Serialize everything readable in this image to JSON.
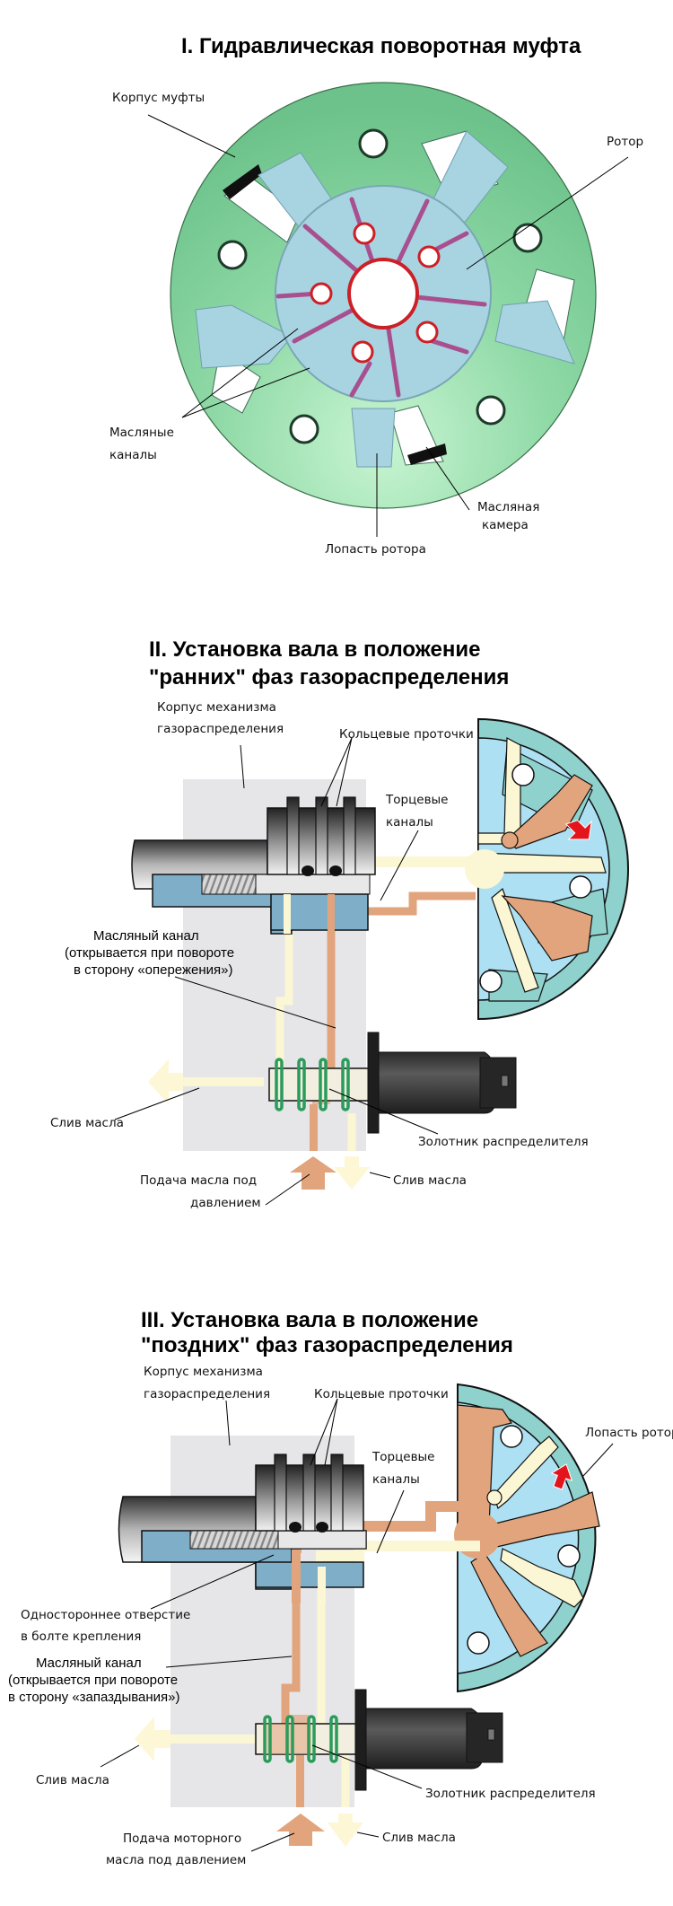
{
  "colors": {
    "clutch_green": "#7fcf9a",
    "clutch_green_light": "#b4ecc4",
    "rotor_blue": "#a8d4e2",
    "channel_purple": "#a8508f",
    "channel_red": "#cc1f26",
    "housing_gray": "#e6e6e8",
    "flange_blue": "#7fafc8",
    "oil_pressure": "#e2a47c",
    "oil_drain": "#fbf6d3",
    "wheel_teal": "#8fd1cc",
    "chamber_blue": "#aee0f3",
    "ring_green": "#2a9c5a",
    "arrow_red": "#e3141b",
    "solenoid_dark": "#3c3c3c"
  },
  "section1": {
    "title": "I. Гидравлическая поворотная муфта",
    "labels": {
      "housing": "Корпус муфты",
      "rotor": "Ротор",
      "oil_channels_1": "Масляные",
      "oil_channels_2": "каналы",
      "oil_chamber_1": "Масляная",
      "oil_chamber_2": "камера",
      "rotor_vane": "Лопасть ротора"
    }
  },
  "section2": {
    "title_line1": "II.   Установка вала в положение",
    "title_line2": "\"ранних\" фаз газораспределения",
    "labels": {
      "housing_1": "Корпус механизма",
      "housing_2": "газораспределения",
      "ring_grooves": "Кольцевые проточки",
      "end_channels_1": "Торцевые",
      "end_channels_2": "каналы",
      "oil_channel_1": "Масляный канал",
      "oil_channel_2": "(открывается при повороте",
      "oil_channel_3": "в сторону «опережения»)",
      "drain_left": "Слив масла",
      "spool": "Золотник распределителя",
      "supply_1": "Подача масла под",
      "supply_2": "давлением",
      "drain_bottom": "Слив масла"
    }
  },
  "section3": {
    "title_line1": "III.  Установка вала в положение",
    "title_line2": "\"поздних\" фаз газораспределения",
    "labels": {
      "housing_1": "Корпус механизма",
      "housing_2": "газораспределения",
      "ring_grooves": "Кольцевые проточки",
      "end_channels_1": "Торцевые",
      "end_channels_2": "каналы",
      "rotor_vane": "Лопасть ротор",
      "one_way_hole_1": "Одностороннее отверстие",
      "one_way_hole_2": "в болте крепления",
      "oil_channel_1": "Масляный канал",
      "oil_channel_2": "(открывается при повороте",
      "oil_channel_3": "в сторону «запаздывания»)",
      "drain_left": "Слив масла",
      "spool": "Золотник распределителя",
      "supply_1": "Подача моторного",
      "supply_2": "масла под давлением",
      "drain_bottom": "Слив масла"
    }
  }
}
